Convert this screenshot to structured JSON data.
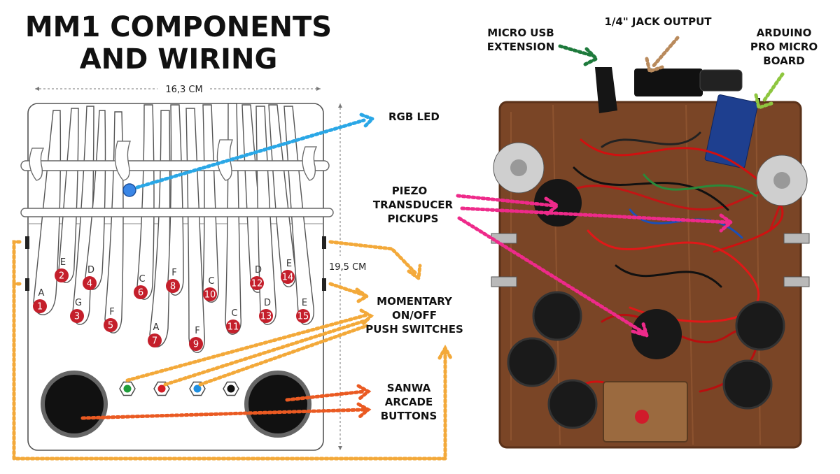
{
  "title": {
    "line1": "MM1 COMPONENTS",
    "line2": "AND WIRING"
  },
  "dimensions": {
    "width": "16,3 CM",
    "height": "19,5 CM"
  },
  "labels": {
    "rgb_led": "RGB LED",
    "piezo": [
      "PIEZO",
      "TRANSDUCER",
      "PICKUPS"
    ],
    "momentary": [
      "MOMENTARY",
      "ON/OFF",
      "PUSH SWITCHES"
    ],
    "sanwa": [
      "SANWA",
      "ARCADE",
      "BUTTONS"
    ],
    "micro_usb": [
      "MICRO USB",
      "EXTENSION"
    ],
    "jack": "1/4\" JACK OUTPUT",
    "arduino": [
      "ARDUINO",
      "PRO MICRO",
      "BOARD"
    ]
  },
  "tines": [
    {
      "number": "1",
      "note": "A"
    },
    {
      "number": "2",
      "note": "E"
    },
    {
      "number": "3",
      "note": "G"
    },
    {
      "number": "4",
      "note": "D"
    },
    {
      "number": "5",
      "note": "F"
    },
    {
      "number": "6",
      "note": "C"
    },
    {
      "number": "7",
      "note": "A"
    },
    {
      "number": "8",
      "note": "F"
    },
    {
      "number": "9",
      "note": "F"
    },
    {
      "number": "10",
      "note": "C"
    },
    {
      "number": "11",
      "note": "C"
    },
    {
      "number": "12",
      "note": "D"
    },
    {
      "number": "13",
      "note": "D"
    },
    {
      "number": "14",
      "note": "E"
    },
    {
      "number": "15",
      "note": "E"
    }
  ],
  "switch_colors": [
    "#1f9d3a",
    "#d41d25",
    "#1f8fe0",
    "#111111"
  ],
  "colors": {
    "tine_badge": "#c41f2b",
    "led": "#3a86e6",
    "blue_arrow": "#2aa7e6",
    "pink_arrow": "#ee2a8a",
    "orange_arrow": "#f3a93a",
    "red_arrow": "#ea5a22",
    "green_arrow": "#1e7a3c",
    "tan_arrow": "#b98a5c",
    "lime_arrow": "#8ec63f",
    "wood": "#7a4526"
  },
  "icons": [
    "usb-plug-icon",
    "audio-jack-icon",
    "arduino-board-icon",
    "arcade-button-icon",
    "toggle-switch-icon"
  ]
}
